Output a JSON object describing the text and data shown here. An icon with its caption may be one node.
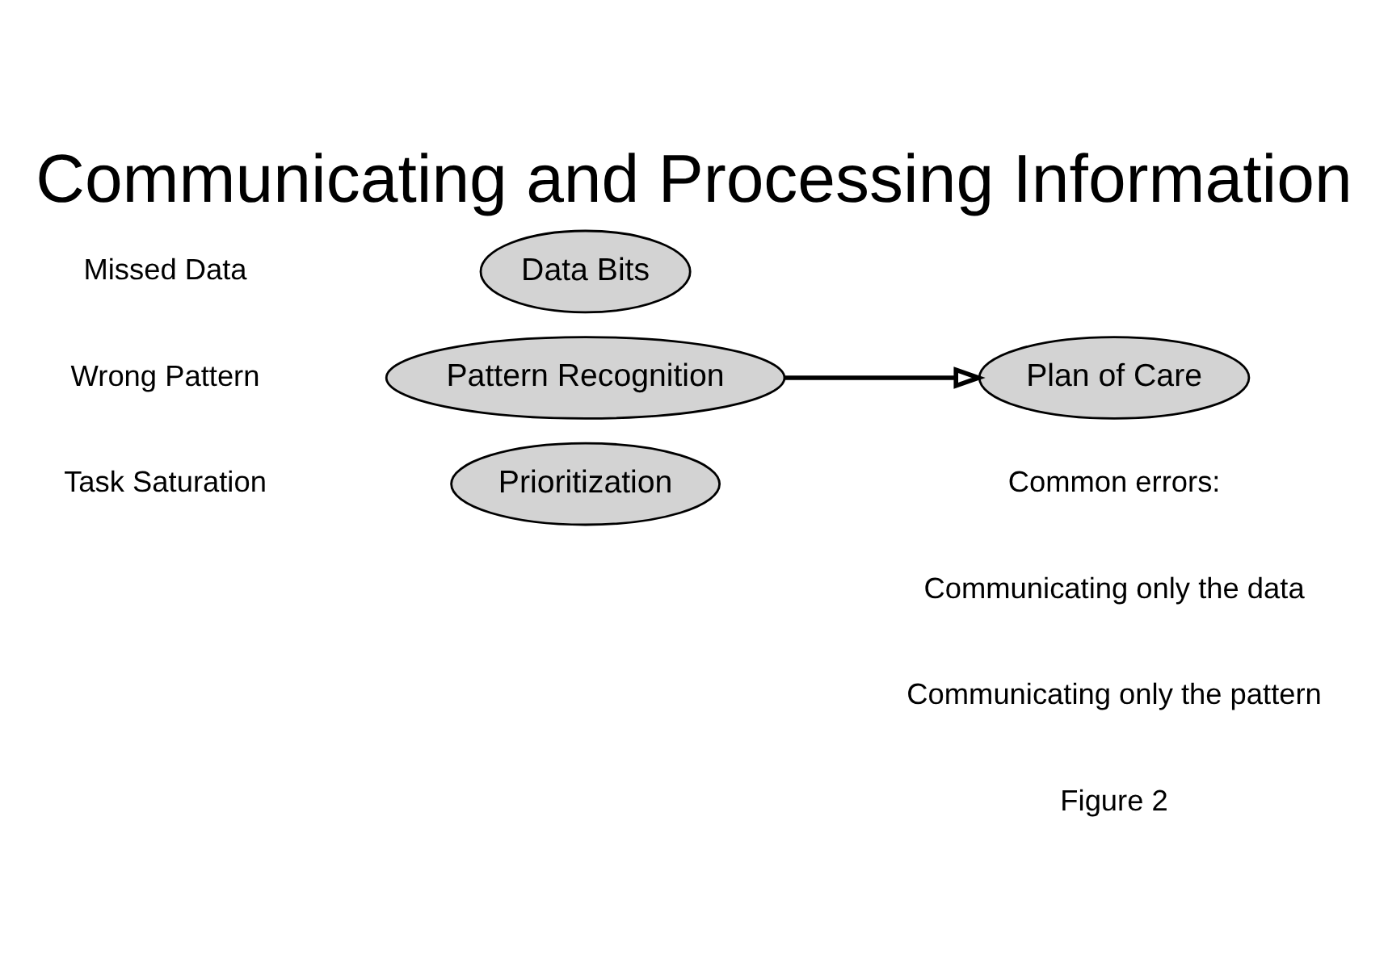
{
  "diagram": {
    "title": "Communicating and Processing Information",
    "nodes": [
      {
        "text": [
          "Data Bits"
        ]
      },
      {
        "text": [
          "Pattern Recognition"
        ]
      },
      {
        "text": [
          "Prioritization"
        ]
      },
      {
        "text": [
          "Plan of Care"
        ]
      }
    ],
    "edges": [
      {
        "from": 1,
        "to": 3,
        "arrow": "to"
      }
    ],
    "labels": [
      "Missed Data",
      "Wrong Pattern",
      "Task Saturation",
      "Common errors:",
      "Communicating only the data",
      "Communicating only the pattern",
      "Figure 2"
    ]
  }
}
